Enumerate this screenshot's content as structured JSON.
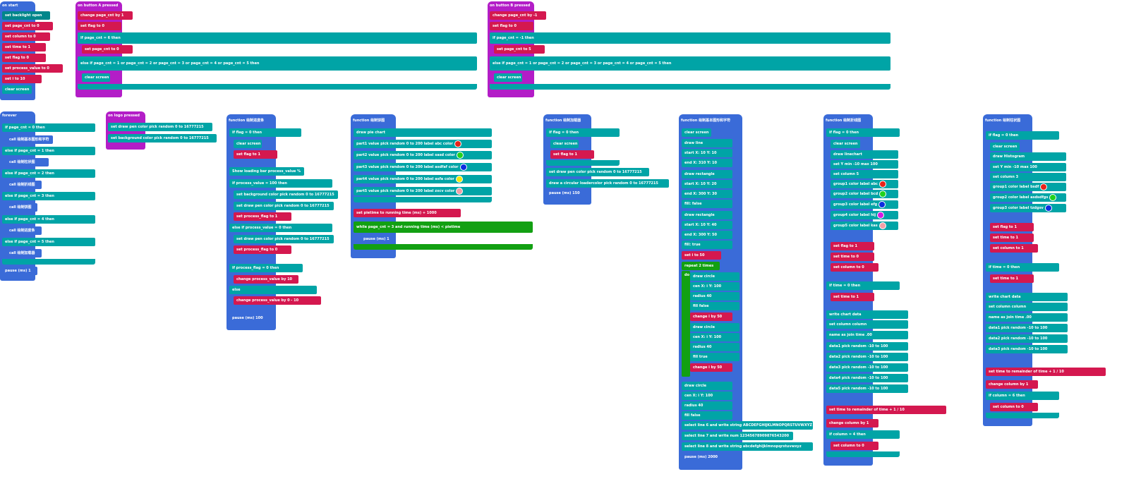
{
  "on_start": {
    "header": "on start",
    "lines": [
      "set backlight open",
      "set page_cnt to 0",
      "set column to 0",
      "set time to 1",
      "set flag to 0",
      "set process_value to 0",
      "set i to 10",
      "clear screen"
    ]
  },
  "button_a": {
    "header": "on button A pressed",
    "lines": [
      "change page_cnt by 1",
      "set flag to 0",
      "if page_cnt = 6 then",
      "set page_cnt to 0",
      "else if page_cnt = 1 or page_cnt = 2 or page_cnt = 3 or page_cnt = 4 or page_cnt = 5 then",
      "clear screen"
    ]
  },
  "button_b": {
    "header": "on button B pressed",
    "lines": [
      "change page_cnt by -1",
      "set flag to 0",
      "if page_cnt = -1 then",
      "set page_cnt to 5",
      "else if page_cnt = 1 or page_cnt = 2 or page_cnt = 3 or page_cnt = 4 or page_cnt = 5 then",
      "clear screen"
    ]
  },
  "forever": {
    "header": "forever",
    "lines": [
      "if page_cnt = 0 then",
      "call 绘制基本图形和字符",
      "else if page_cnt = 1 then",
      "call 绘制柱状图",
      "else if page_cnt = 2 then",
      "call 绘制折线图",
      "else if page_cnt = 3 then",
      "call 绘制饼图",
      "else if page_cnt = 4 then",
      "call 绘制进度条",
      "else if page_cnt = 5 then",
      "call 绘制加载器",
      "pause (ms) 1"
    ]
  },
  "logo": {
    "header": "on logo pressed",
    "lines": [
      "set draw pen color pick random 0 to 16777215",
      "set background color pick random 0 to 16777215"
    ]
  },
  "progress_fn": {
    "header": "function 绘制进度条",
    "lines": [
      "if flag = 0 then",
      "clear screen",
      "set flag to 1",
      "Show loading bar process_value %",
      "if process_value = 100 then",
      "set background color pick random 0 to 16777215",
      "set draw pen color pick random 0 to 16777215",
      "set process_flag to 1",
      "else if process_value = 0 then",
      "set draw pen color pick random 0 to 16777215",
      "set process_flag to 0",
      "if process_flag = 0 then",
      "change process_value by 10",
      "else",
      "change process_value by 0 - 10",
      "pause (ms) 100"
    ]
  },
  "pie_fn": {
    "header": "function 绘制饼图",
    "lines": [
      "draw pie chart",
      "part1 value pick random 0 to 200 label abc color",
      "part2 value pick random 0 to 200 label sasd color",
      "part3 value pick random 0 to 200 label asdfaf color",
      "part4 value pick random 0 to 200 label asfa color",
      "part5 value pick random 0 to 200 label zxcv color",
      "set pietime to running time (ms) + 1000",
      "while page_cnt = 3 and running time (ms) < pietime",
      "pause (ms) 1"
    ],
    "colors": [
      "#e8231a",
      "#22d21e",
      "#0b2ee0",
      "#f2e90f",
      "#f2a0a8"
    ]
  },
  "loader_fn": {
    "header": "function 绘制加载器",
    "lines": [
      "if flag = 0 then",
      "clear screen",
      "set flag to 1",
      "set draw pen color pick random 0 to 16777215",
      "draw a circular loadercolor pick random 0 to 16777215",
      "pause (ms) 150"
    ]
  },
  "basic_fn": {
    "header": "function 绘制基本图形和字符",
    "lines": [
      "clear screen",
      "draw line",
      "start X: 10 Y: 10",
      "end X: 310 Y: 10",
      "draw rectangle",
      "start X: 10 Y: 20",
      "end X: 300 Y: 30",
      "fill: false",
      "draw rectangle",
      "start X: 10 Y: 40",
      "end X: 300 Y: 50",
      "fill: true",
      "set i to 50",
      "repeat 2 times",
      "do",
      "draw circle",
      "cen X: i Y: 100",
      "radius 40",
      "fill false",
      "change i by 50",
      "draw circle",
      "cen X: i Y: 100",
      "radius 40",
      "fill true",
      "change i by 50",
      "draw circle",
      "cen X: i Y: 100",
      "radius 40",
      "fill false",
      "select line 6 and write string ABCDEFGHIJKLMNOPQRSTUVWXYZ",
      "select line 7 and write num 12345678909876543200",
      "select line 8 and write string abcdefghijklmnopqrstuvwxyz",
      "pause (ms) 2000"
    ]
  },
  "line_fn": {
    "header": "function 绘制折线图",
    "lines": [
      "if flag = 0 then",
      "clear screen",
      "draw linechart",
      "set Y min -10 max 100",
      "set column 5",
      "group1 color label abc",
      "group2 color label bcd",
      "group3 color label efg",
      "group4 color label hij",
      "group5 color label kas",
      "set flag to 1",
      "set time to 0",
      "set column to 0",
      "if time = 0 then",
      "set time to 1",
      "write chart data",
      "set column column",
      "name as join time .00",
      "data1 pick random -10 to 100",
      "data2 pick random -10 to 100",
      "data3 pick random -10 to 100",
      "data4 pick random -10 to 100",
      "data5 pick random -10 to 100",
      "set time to remainder of time + 1 / 10",
      "change column by 1",
      "if column = 4 then",
      "set column to 0"
    ],
    "colors": [
      "#e8231a",
      "#22d21e",
      "#0b2ee0",
      "#d619e3",
      "#f2a0a8"
    ]
  },
  "bar_fn": {
    "header": "function 绘制柱状图",
    "lines": [
      "if flag = 0 then",
      "clear screen",
      "draw Histogram",
      "set Y min -10 max 100",
      "set column 3",
      "group1 color label bsdf",
      "group2 color label asdsdfgs",
      "group3 color label tzdgsv",
      "set flag to 1",
      "set time to 1",
      "set column to 1",
      "if time = 0 then",
      "set time to 1",
      "write chart data",
      "set column column",
      "name as join time .00",
      "data1 pick random -10 to 100",
      "data2 pick random -10 to 100",
      "data3 pick random -10 to 100",
      "set time to remainder of time + 1 / 10",
      "change column by 1",
      "if column = 6 then",
      "set column to 0"
    ],
    "colors": [
      "#e8231a",
      "#22d21e",
      "#0b2ee0"
    ]
  }
}
